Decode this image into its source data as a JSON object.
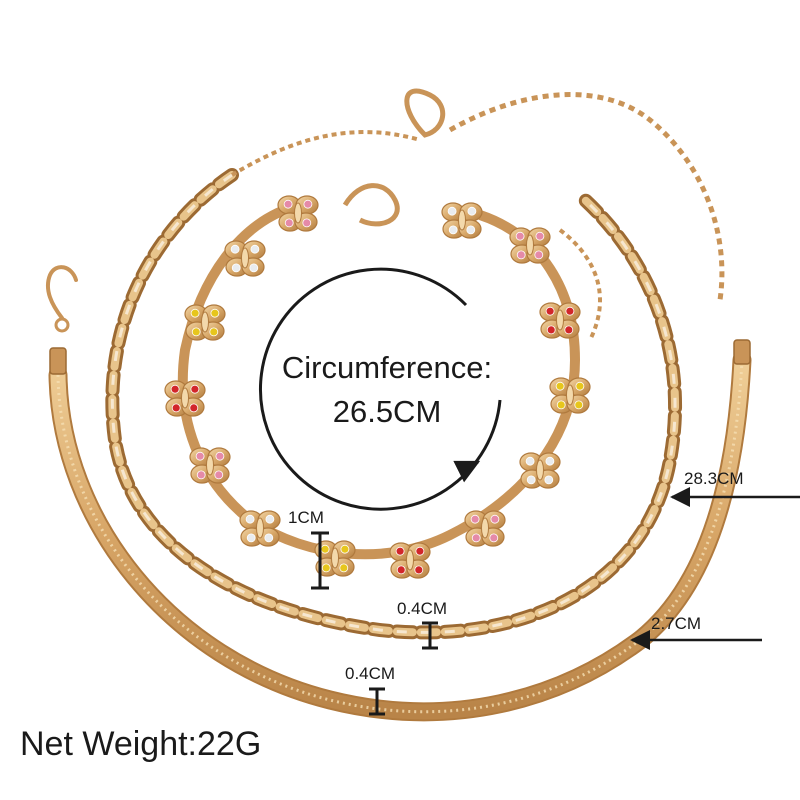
{
  "product_image": {
    "description_icon": "jewelry-photo",
    "colors": {
      "gold": "#d9a96a",
      "gold_dark": "#b07a3e",
      "gold_light": "#f3d9ab",
      "gem_red": "#d2262a",
      "gem_yellow": "#e7c61c",
      "gem_pink": "#e58aa8",
      "gem_clear": "#e9ecef",
      "annotation": "#1a1a1a"
    }
  },
  "annotations": {
    "circumference_line1": "Circumference:",
    "circumference_line2": "26.5CM",
    "length_figaro": "28.3CM",
    "length_snake": "2.7CM",
    "butterfly_width": "1CM",
    "figaro_width": "0.4CM",
    "snake_width": "0.4CM",
    "net_weight": "Net Weight:22G"
  }
}
